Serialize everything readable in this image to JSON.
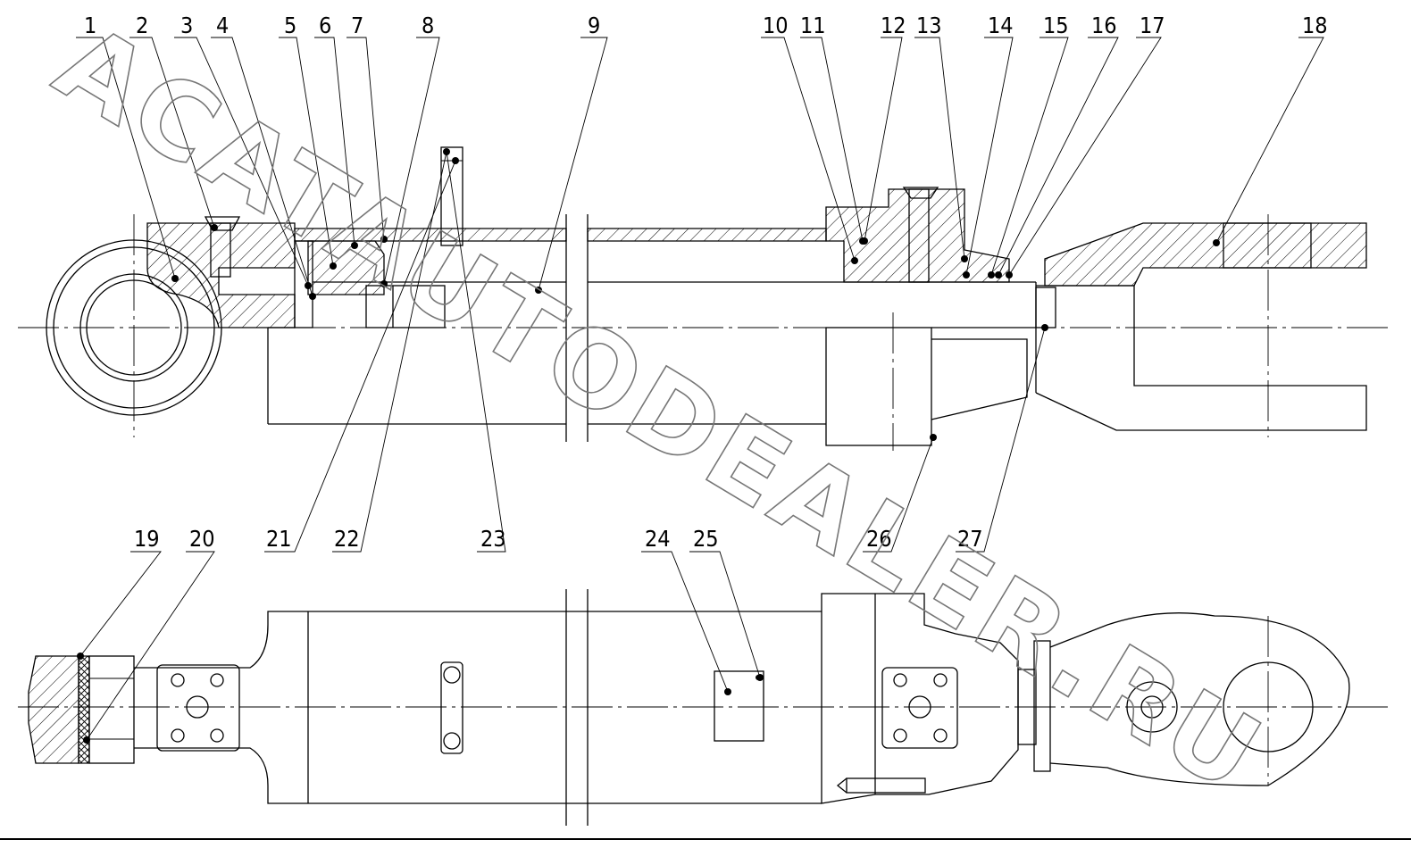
{
  "watermark": "ACATAUTODEALER.RU",
  "callouts": [
    "1",
    "2",
    "3",
    "4",
    "5",
    "6",
    "7",
    "8",
    "9",
    "10",
    "11",
    "12",
    "13",
    "14",
    "15",
    "16",
    "17",
    "18",
    "19",
    "20",
    "21",
    "22",
    "23",
    "24",
    "25",
    "26",
    "27"
  ]
}
